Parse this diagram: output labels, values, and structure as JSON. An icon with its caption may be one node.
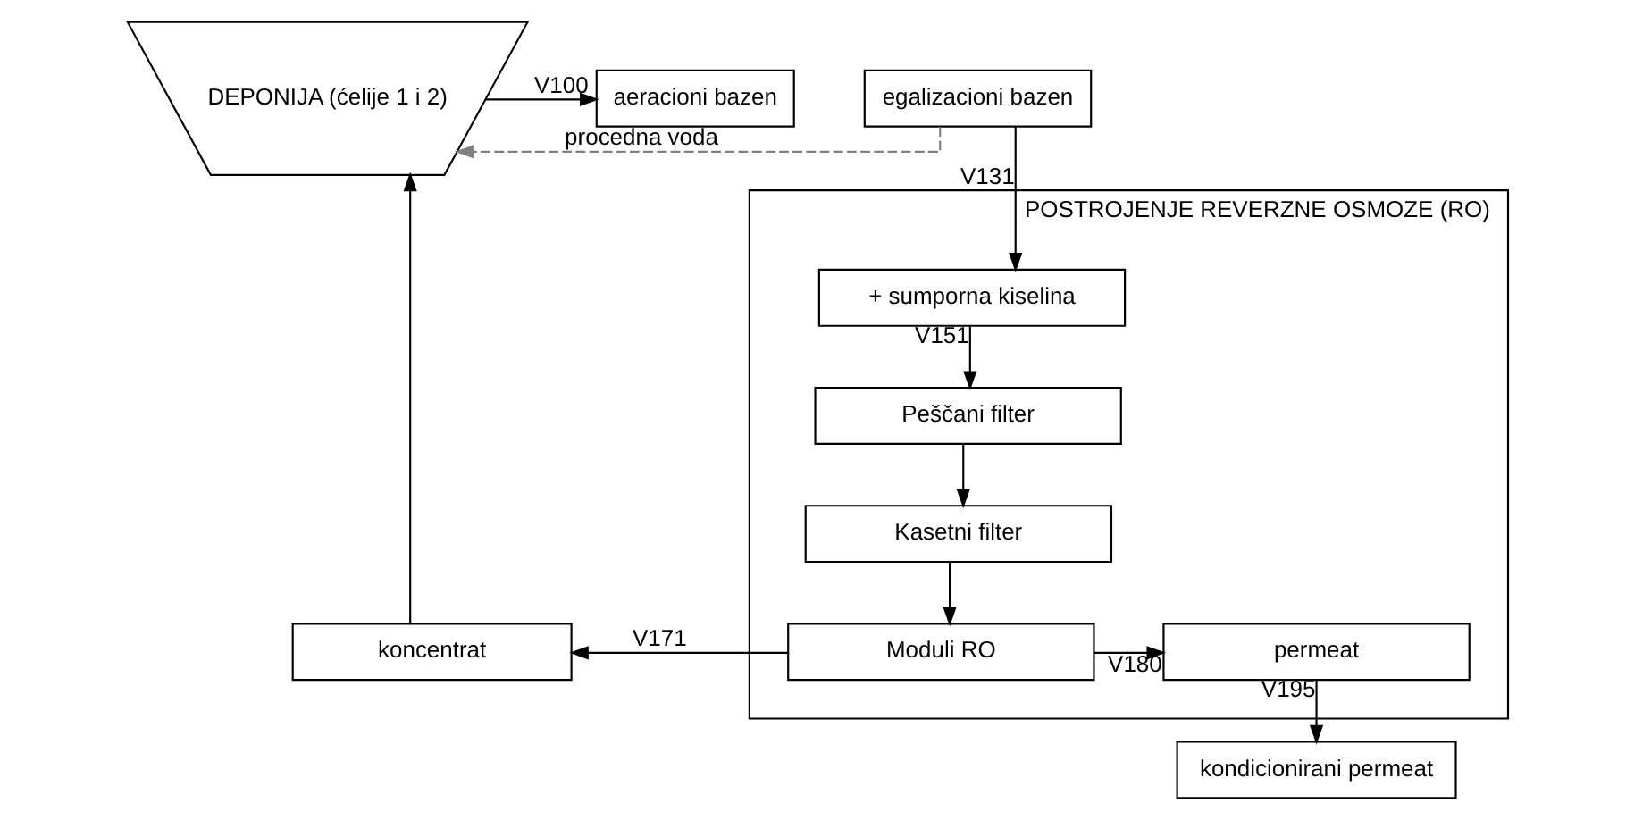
{
  "diagram": {
    "nodes": [
      {
        "text": [
          "DEPONIJA (ćelije 1 i 2)"
        ]
      },
      {
        "text": [
          "aeracioni bazen"
        ]
      },
      {
        "text": [
          "egalizacioni bazen"
        ]
      },
      {
        "text": [
          "POSTROJENJE REVERZNE OSMOZE (RO)"
        ]
      },
      {
        "text": [
          "+ sumporna kiselina"
        ],
        "in": 3
      },
      {
        "text": [
          "Peščani filter"
        ],
        "in": 3
      },
      {
        "text": [
          "Kasetni filter"
        ],
        "in": 3
      },
      {
        "text": [
          "Moduli RO"
        ],
        "in": 3
      },
      {
        "text": [
          "permeat"
        ],
        "in": 3
      },
      {
        "text": [
          "koncentrat"
        ]
      },
      {
        "text": [
          "kondicionirani permeat"
        ]
      }
    ],
    "edges": [
      {
        "from": 0,
        "to": 1,
        "arrow": "to",
        "label": "V100"
      },
      {
        "from": 2,
        "to": 4,
        "arrow": "to",
        "label": "V131"
      },
      {
        "from": 4,
        "to": 5,
        "arrow": "to",
        "label": "V151"
      },
      {
        "from": 5,
        "to": 6,
        "arrow": "to"
      },
      {
        "from": 6,
        "to": 7,
        "arrow": "to"
      },
      {
        "from": 7,
        "to": 9,
        "arrow": "to",
        "label": "V171"
      },
      {
        "from": 7,
        "to": 8,
        "arrow": "to",
        "label": "V180"
      },
      {
        "from": 8,
        "to": 10,
        "arrow": "to",
        "label": "V195"
      },
      {
        "from": 9,
        "to": 0,
        "arrow": "to"
      },
      {
        "from": 2,
        "to": 0,
        "arrow": "to",
        "label": "procedna voda",
        "style": "dashed",
        "color": "#808080"
      }
    ]
  }
}
